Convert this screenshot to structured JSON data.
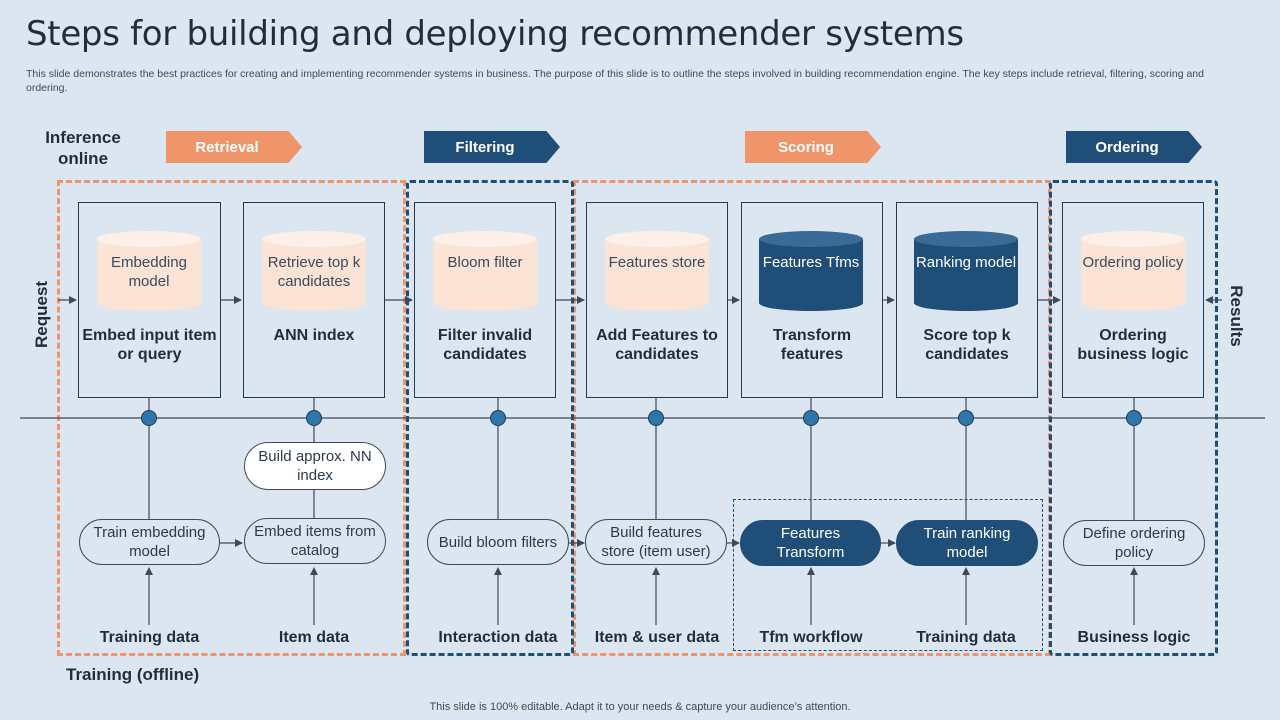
{
  "title": "Steps for building and deploying recommender systems",
  "subtitle": "This slide demonstrates the best practices for creating and implementing recommender systems in business. The purpose of this slide is to outline the steps involved in building recommendation engine. The key steps include retrieval, filtering, scoring and ordering.",
  "footer": "This slide is 100% editable. Adapt it to your needs & capture your audience’s attention.",
  "labels": {
    "inference_online": "Inference online",
    "training_offline": "Training (offline)",
    "request": "Request",
    "results": "Results"
  },
  "stages": [
    {
      "label": "Retrieval",
      "color": "#f0956a"
    },
    {
      "label": "Filtering",
      "color": "#1f4e79"
    },
    {
      "label": "Scoring",
      "color": "#f0956a"
    },
    {
      "label": "Ordering",
      "color": "#1f4e79"
    }
  ],
  "steps": [
    {
      "cylinder": "Embedding model",
      "label": "Embed input item or  query",
      "style": "light"
    },
    {
      "cylinder": "Retrieve top k candidates",
      "label": "ANN index",
      "style": "light"
    },
    {
      "cylinder": "Bloom filter",
      "label": "Filter invalid candidates",
      "style": "light"
    },
    {
      "cylinder": "Features store",
      "label": "Add Features to candidates",
      "style": "light"
    },
    {
      "cylinder": "Features Tfms",
      "label": "Transform features",
      "style": "dark"
    },
    {
      "cylinder": "Ranking model",
      "label": "Score top k candidates",
      "style": "dark"
    },
    {
      "cylinder": "Ordering policy",
      "label": "Ordering business logic",
      "style": "light"
    }
  ],
  "ann_build": "Build approx. NN index",
  "training_steps": [
    "Train embedding model",
    "Embed items from catalog",
    "Build bloom filters",
    "Build features store (item user)",
    "Features Transform",
    "Train ranking model",
    "Define ordering policy"
  ],
  "inputs": [
    "Training data",
    "Item data",
    "Interaction data",
    "Item & user data",
    "Tfm workflow",
    "Training data",
    "Business logic"
  ],
  "colors": {
    "accent_orange": "#f0956a",
    "accent_navy": "#1f4e79",
    "background": "#dce6f1"
  }
}
